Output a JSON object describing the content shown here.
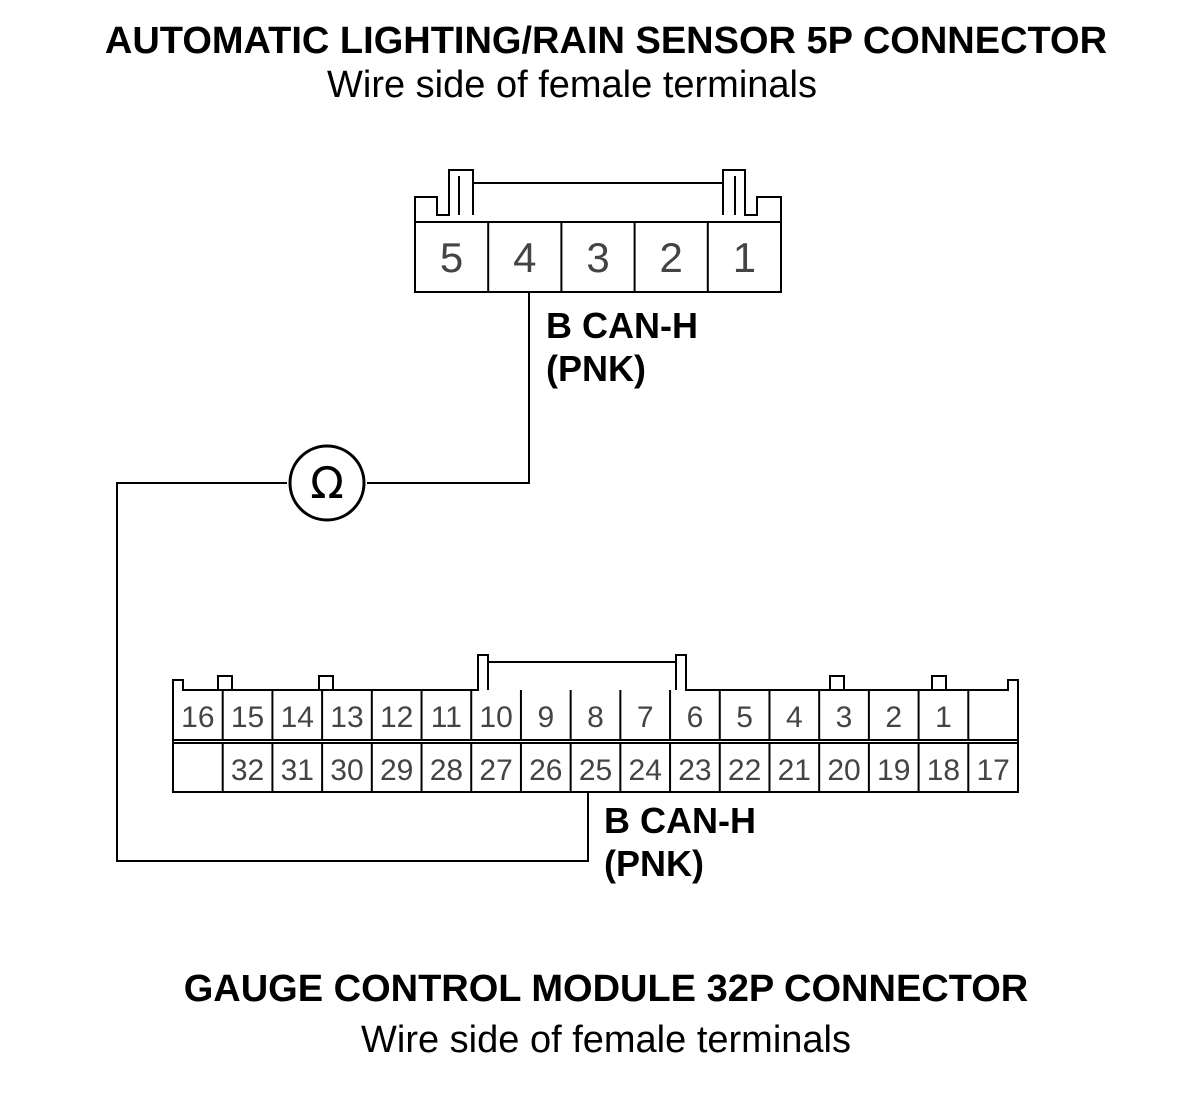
{
  "top_connector": {
    "title": "AUTOMATIC LIGHTING/RAIN SENSOR 5P CONNECTOR",
    "subtitle": "Wire side of female terminals",
    "pins": [
      "5",
      "4",
      "3",
      "2",
      "1"
    ],
    "wire_label_line1": "B CAN-H",
    "wire_label_line2": "(PNK)"
  },
  "meter": {
    "symbol": "Ω"
  },
  "bottom_connector": {
    "title": "GAUGE CONTROL MODULE 32P CONNECTOR",
    "subtitle": "Wire side of female terminals",
    "top_row": [
      "16",
      "15",
      "14",
      "13",
      "12",
      "11",
      "10",
      "9",
      "8",
      "7",
      "6",
      "5",
      "4",
      "3",
      "2",
      "1",
      ""
    ],
    "bottom_row": [
      "",
      "32",
      "31",
      "30",
      "29",
      "28",
      "27",
      "26",
      "25",
      "24",
      "23",
      "22",
      "21",
      "20",
      "19",
      "18",
      "17"
    ],
    "wire_label_line1": "B CAN-H",
    "wire_label_line2": "(PNK)"
  }
}
